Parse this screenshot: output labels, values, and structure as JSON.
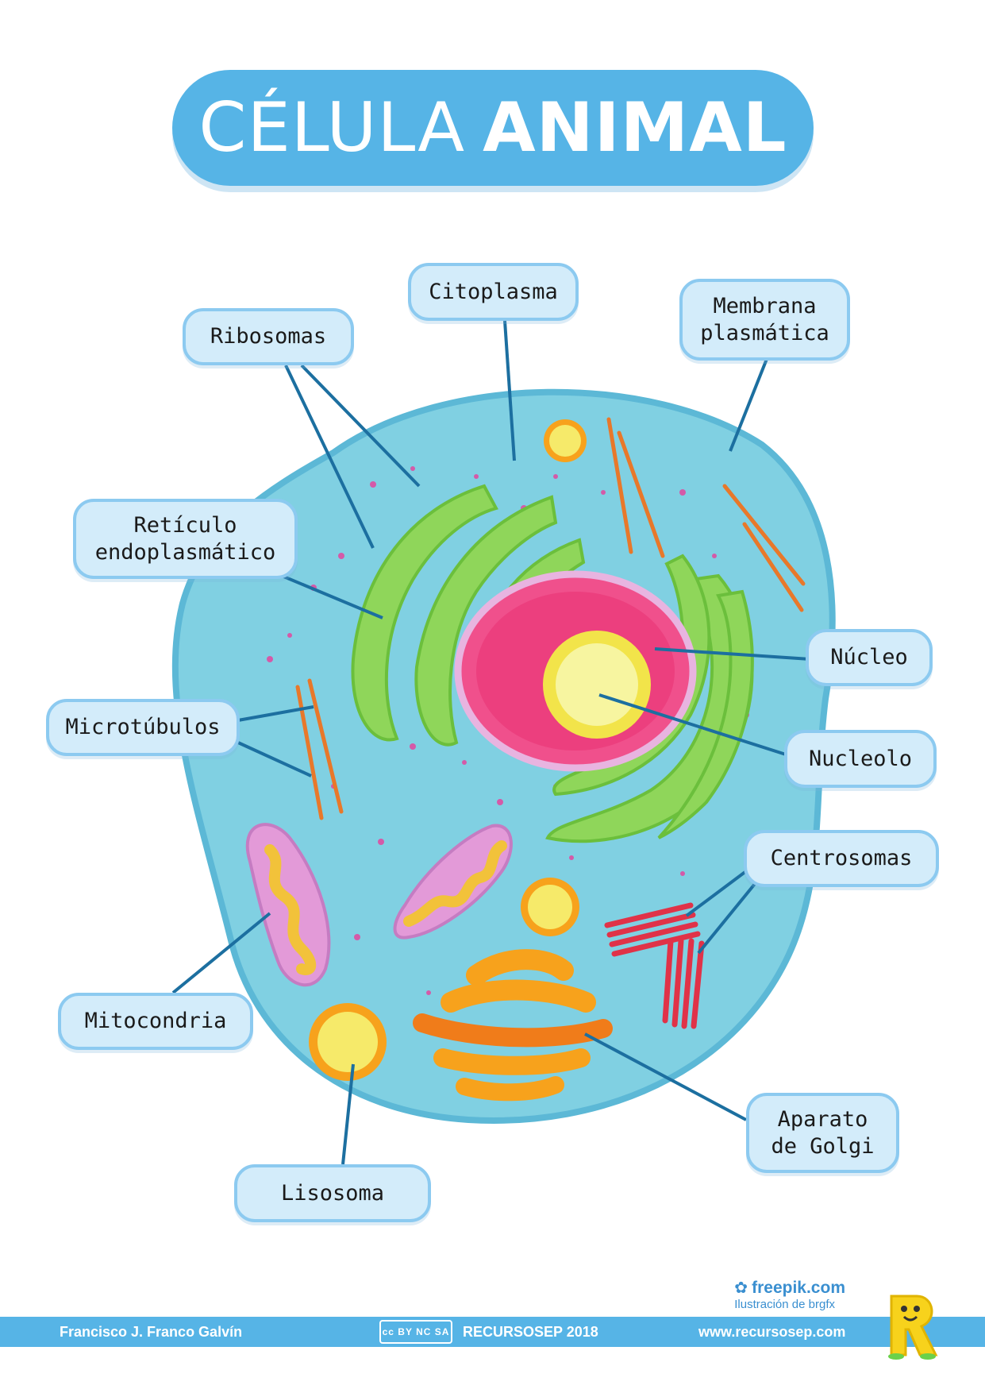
{
  "title": {
    "light": "CÉLULA",
    "bold": "ANIMAL"
  },
  "labels": {
    "citoplasma": "Citoplasma",
    "membrana": "Membrana\nplasmática",
    "ribosomas": "Ribosomas",
    "reticulo": "Retículo\nendoplasmático",
    "nucleo": "Núcleo",
    "microtubulos": "Microtúbulos",
    "nucleolo": "Nucleolo",
    "centrosomas": "Centrosomas",
    "mitocondria": "Mitocondria",
    "golgi": "Aparato\nde Golgi",
    "lisosoma": "Lisosoma"
  },
  "credits": {
    "site": "freepik.com",
    "by": "Ilustración de brgfx"
  },
  "footer": {
    "author": "Francisco J. Franco Galvín",
    "license": "cc BY NC SA",
    "brand": "RECURSOSEP 2018",
    "url": "www.recursosep.com"
  },
  "colors": {
    "title_bg": "#56b4e6",
    "cell_fill": "#80d0e2",
    "cell_border": "#5cb8d6",
    "nucleus": "#f0508c",
    "nucleolus": "#f5f07a",
    "er": "#8fd65a",
    "mitochondria": "#e39ad8",
    "golgi": "#f7a21c",
    "centrosome": "#e03248",
    "microtubule": "#e8782a",
    "leader_line": "#1c6fa0"
  },
  "icons": [
    "freepik-icon",
    "creative-commons-icon",
    "mascot-r-icon"
  ]
}
